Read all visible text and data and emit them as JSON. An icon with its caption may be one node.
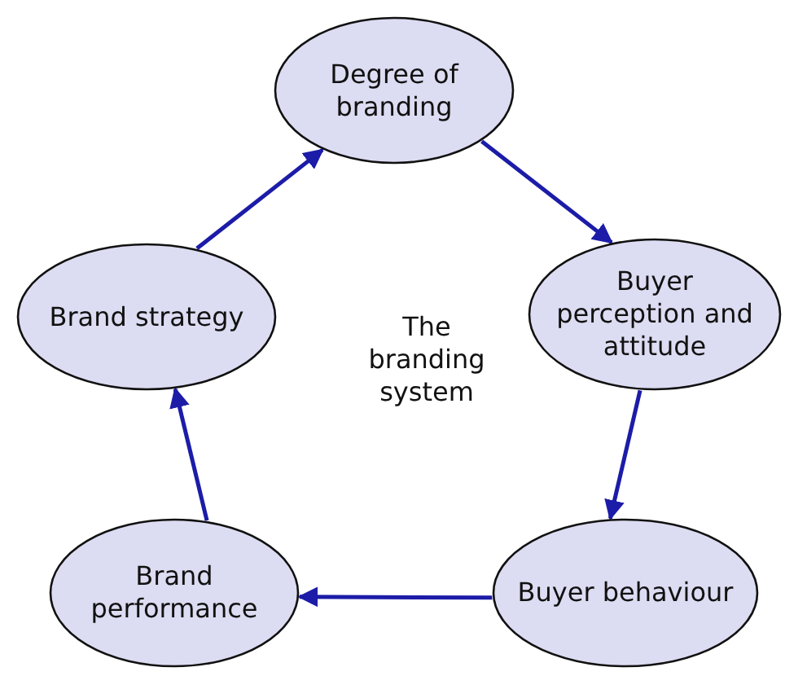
{
  "diagram": {
    "nodes": [
      {
        "text": [
          "Degree of branding"
        ]
      },
      {
        "text": [
          "Buyer perception and attitude"
        ]
      },
      {
        "text": [
          "Buyer behaviour"
        ]
      },
      {
        "text": [
          "Brand performance"
        ]
      },
      {
        "text": [
          "Brand strategy"
        ]
      }
    ],
    "edges": [
      {
        "from": 4,
        "to": 0,
        "arrow": "to"
      },
      {
        "from": 0,
        "to": 1,
        "arrow": "to"
      },
      {
        "from": 1,
        "to": 2,
        "arrow": "to"
      },
      {
        "from": 2,
        "to": 3,
        "arrow": "to"
      },
      {
        "from": 3,
        "to": 4,
        "arrow": "to"
      }
    ],
    "labels": [
      "The branding system"
    ]
  }
}
